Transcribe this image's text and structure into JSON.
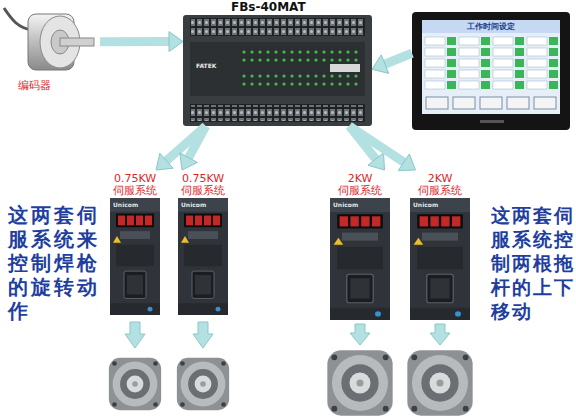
{
  "diagram": {
    "nodes": [
      {
        "text": [
          "编码器"
        ]
      },
      {
        "text": [
          "FBs-40MAT"
        ]
      },
      {
        "text": [
          "工作时间设定"
        ]
      },
      {
        "text": [
          "0.75KW 伺服系统"
        ]
      },
      {
        "text": [
          "0.75KW 伺服系统"
        ]
      },
      {
        "text": [
          "2KW 伺服系统"
        ]
      },
      {
        "text": [
          "2KW 伺服系统"
        ]
      }
    ],
    "edges": [
      {
        "from": 0,
        "to": 1,
        "arrow": "to"
      },
      {
        "from": 2,
        "to": 1,
        "arrow": "to"
      },
      {
        "from": 1,
        "to": 3,
        "arrow": "to"
      },
      {
        "from": 1,
        "to": 4,
        "arrow": "to"
      },
      {
        "from": 1,
        "to": 5,
        "arrow": "to"
      },
      {
        "from": 1,
        "to": 6,
        "arrow": "to"
      }
    ],
    "labels": [
      "这两套伺服系统来控制焊枪的旋转动作",
      "这两套伺服系统控制两根拖杆的上下移动",
      "FATEK",
      "Unicom",
      "Unicom",
      "Unicom",
      "Unicom"
    ]
  }
}
